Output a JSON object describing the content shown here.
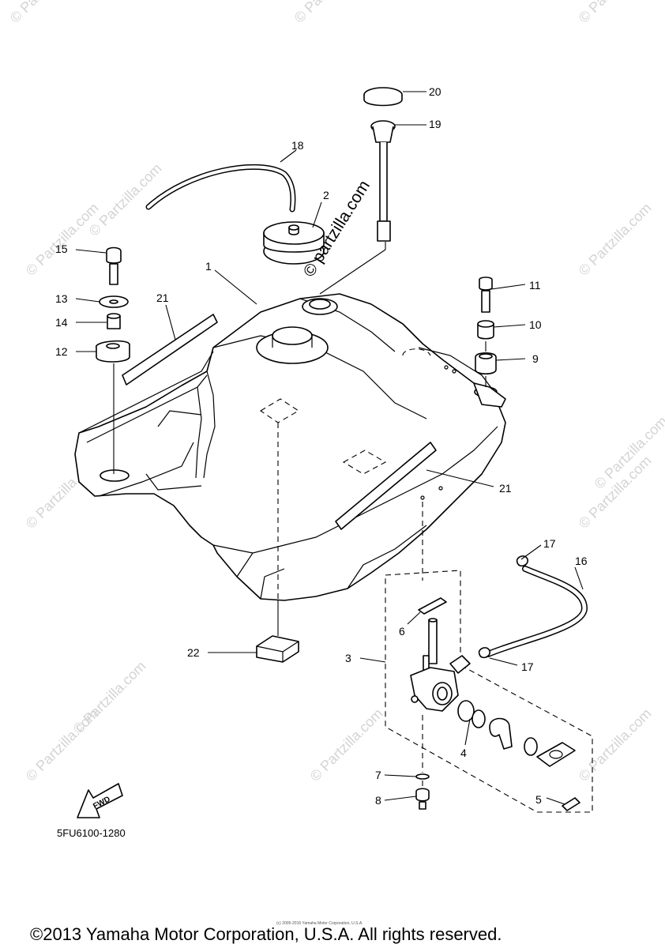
{
  "diagram_code": "5FU6100-1280",
  "copyright": "©2013 Yamaha Motor Corporation, U.S.A. All rights reserved.",
  "small_copyright": "(c) 2005-2016 Yamaha Motor Corporation, U.S.A.",
  "watermark": "© Partzilla.com",
  "watermark_main": "© partzilla.com",
  "fwd_label": "FWD",
  "callouts": {
    "c1": "1",
    "c2": "2",
    "c3": "3",
    "c4": "4",
    "c5": "5",
    "c6": "6",
    "c7": "7",
    "c8": "8",
    "c9": "9",
    "c10": "10",
    "c11": "11",
    "c12": "12",
    "c13": "13",
    "c14": "14",
    "c15": "15",
    "c16": "16",
    "c17a": "17",
    "c17b": "17",
    "c18": "18",
    "c19": "19",
    "c20": "20",
    "c21a": "21",
    "c21b": "21",
    "c22": "22"
  }
}
